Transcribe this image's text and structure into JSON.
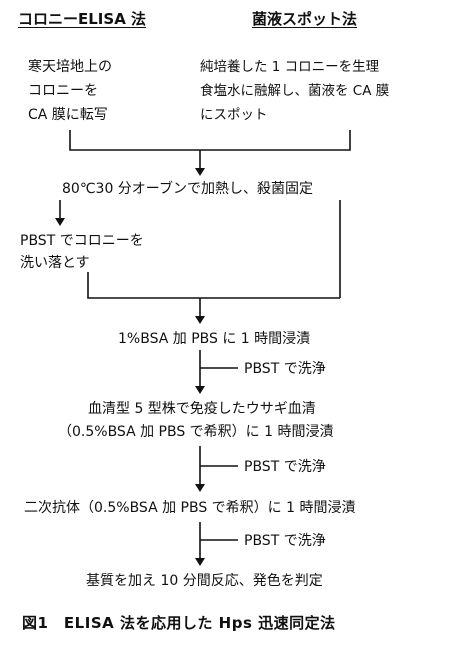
{
  "headers": {
    "left": "コロニーELISA 法",
    "right": "菌液スポット法"
  },
  "left_box": {
    "line1": "寒天培地上の",
    "line2": "コロニーを",
    "line3": "CA 膜に転写"
  },
  "right_box": {
    "line1": "純培養した 1 コロニーを生理",
    "line2": "食塩水に融解し、菌液を CA 膜",
    "line3": "にスポット"
  },
  "steps": {
    "heat": "80℃30 分オーブンで加熱し、殺菌固定",
    "wash_colony_1": "PBST でコロニーを",
    "wash_colony_2": "洗い落とす",
    "bsa": "1%BSA 加 PBS に 1 時間浸漬",
    "serum_1": "血清型 5 型株で免疫したウサギ血清",
    "serum_2": "（0.5%BSA 加 PBS で希釈）に 1 時間浸漬",
    "secondary": "二次抗体（0.5%BSA 加 PBS で希釈）に 1 時間浸漬",
    "substrate": "基質を加え 10 分間反応、発色を判定"
  },
  "side_washes": [
    "PBST で洗浄",
    "PBST で洗浄",
    "PBST で洗浄"
  ],
  "caption": "図1　ELISA 法を応用した Hps 迅速同定法"
}
